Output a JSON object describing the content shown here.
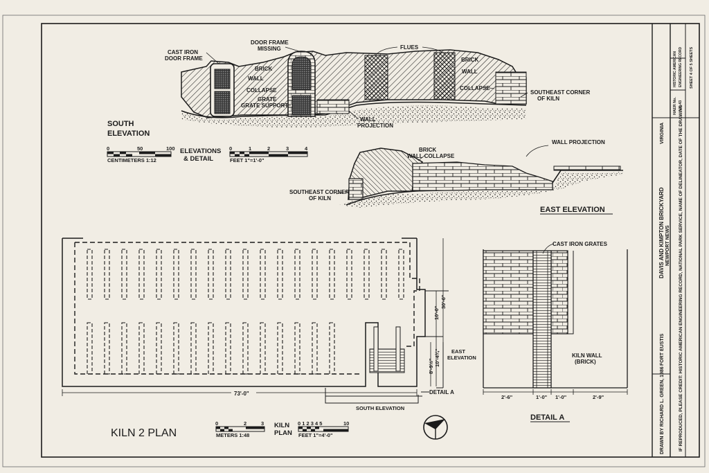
{
  "south_elevation": {
    "title": "SOUTH ELEVATION",
    "title_line1": "SOUTH",
    "title_line2": "ELEVATION",
    "labels": {
      "cast_iron_door_frame_1": "CAST IRON",
      "cast_iron_door_frame_2": "DOOR FRAME",
      "door_frame_missing_1": "DOOR FRAME",
      "door_frame_missing_2": "MISSING",
      "flues": "FLUES",
      "brick_1": "BRICK",
      "wall_1": "WALL",
      "collapse_1": "COLLAPSE",
      "grate_1": "GRATE",
      "grate_support": "GRATE SUPPORT",
      "brick_2": "BRICK",
      "wall_2": "WALL",
      "collapse_2": "COLLAPSE",
      "se_corner_1": "SOUTHEAST CORNER",
      "se_corner_2": "OF KILN",
      "wall_projection_1": "WALL",
      "wall_projection_2": "PROJECTION"
    }
  },
  "scales": {
    "elevations": {
      "title_1": "ELEVATIONS",
      "title_2": "& DETAIL",
      "cm_ticks": [
        "0",
        "50",
        "100"
      ],
      "cm_label": "CENTIMETERS  1:12",
      "ft_ticks": [
        "0",
        "1",
        "2",
        "3",
        "4"
      ],
      "ft_label": "FEET     1\"=1'-0\""
    },
    "kiln_plan": {
      "title_1": "KILN",
      "title_2": "PLAN",
      "m_ticks": [
        "0",
        "2",
        "3"
      ],
      "m_label": "METERS  1:48",
      "ft_ticks": [
        "0 1 2 3 4 5",
        "10"
      ],
      "ft_label": "FEET  1\"=4'-0\""
    }
  },
  "east_elevation": {
    "title": "EAST ELEVATION",
    "labels": {
      "brick": "BRICK",
      "wall_collapse": "WALL COLLAPSE",
      "wall_projection": "WALL PROJECTION",
      "se_corner_1": "SOUTHEAST CORNER",
      "se_corner_2": "OF KILN"
    }
  },
  "kiln_plan": {
    "title": "KILN 2 PLAN",
    "dim_length": "73'-0\"",
    "dim_1": "10'-0\"",
    "dim_2": "30'-6\"",
    "dim_3": "8'-9½\"",
    "dim_4": "10'-4¾\"",
    "east_elevation_1": "EAST",
    "east_elevation_2": "ELEVATION",
    "south_elevation": "SOUTH ELEVATION",
    "detail_a": "DETAIL A"
  },
  "detail_a": {
    "title": "DETAIL A",
    "cast_iron_grates": "CAST IRON GRATES",
    "kiln_wall_1": "KILN WALL",
    "kiln_wall_2": "(BRICK)",
    "dims": [
      "2'-6\"",
      "1'-0\"",
      "1'-0\"",
      "2'-9\""
    ]
  },
  "title_block": {
    "drawn_by": "DRAWN BY RICHARD L. GREEN, 1986",
    "credit": "IF REPRODUCED, PLEASE CREDIT:  HISTORIC AMERICAN ENGINEERING RECORD, NATIONAL PARK SERVICE, NAME OF DELINEATOR, DATE OF THE DRAWING",
    "location": "FORT EUSTIS",
    "project_1": "DAVIS AND KIMPTON BRICKYARD",
    "project_2": "NEWPORT NEWS",
    "state": "VIRGINIA",
    "survey_no_1": "HAER No.",
    "survey_no_2": "VA-43",
    "sheet": "SHEET 4 OF 5 SHEETS",
    "agency_1": "HISTORIC AMERICAN",
    "agency_2": "ENGINEERING RECORD"
  }
}
